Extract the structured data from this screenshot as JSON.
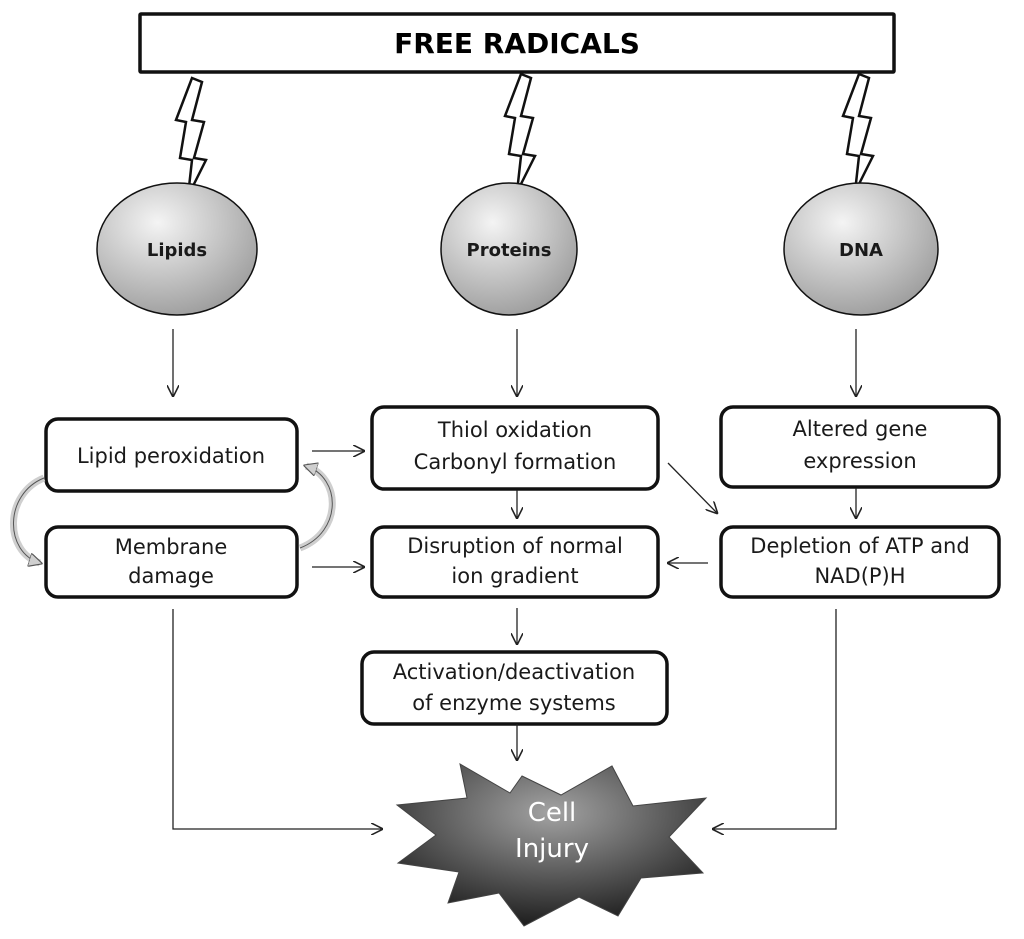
{
  "title": "FREE RADICALS",
  "targets": {
    "lipids": "Lipids",
    "proteins": "Proteins",
    "dna": "DNA"
  },
  "boxes": {
    "lipid_peroxidation": [
      "Lipid peroxidation"
    ],
    "membrane_damage": [
      "Membrane",
      "damage"
    ],
    "thiol_carbonyl": [
      "Thiol oxidation",
      "Carbonyl formation"
    ],
    "ion_gradient": [
      "Disruption of normal",
      "ion gradient"
    ],
    "enzyme_systems": [
      "Activation/deactivation",
      "of enzyme systems"
    ],
    "altered_gene": [
      "Altered gene",
      "expression"
    ],
    "atp_depletion": [
      "Depletion of ATP and",
      "NAD(P)H"
    ]
  },
  "outcome": [
    "Cell",
    "Injury"
  ],
  "colors": {
    "node_fill_light": "#f2f2f2",
    "node_fill_dark": "#9a9a9a",
    "injury_light": "#9a9a9a",
    "injury_dark": "#1e1e1e",
    "stroke": "#111111"
  }
}
